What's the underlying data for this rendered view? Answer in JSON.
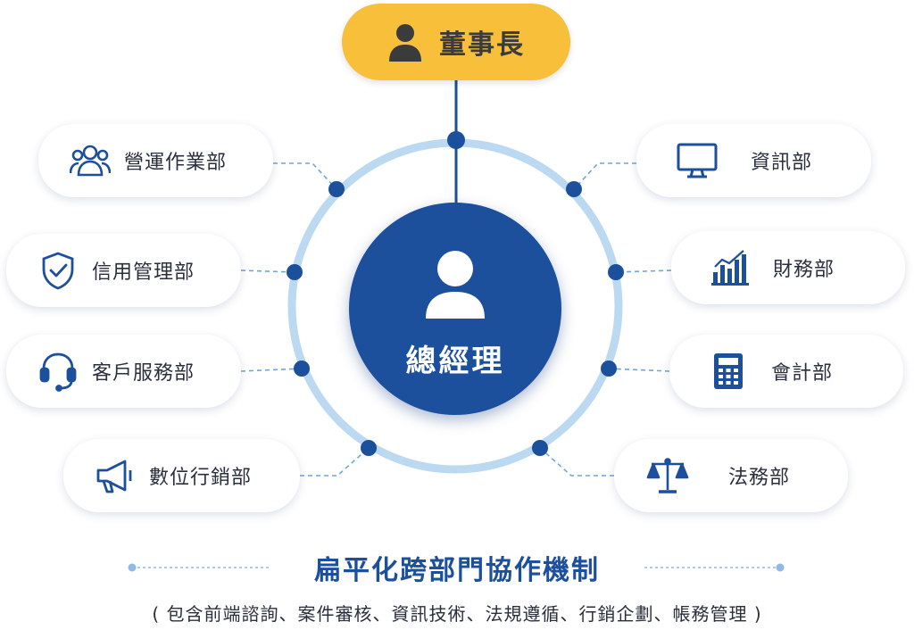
{
  "chairman": {
    "label": "董事長",
    "icon": "person-icon",
    "color": "#f8bf3a"
  },
  "general_manager": {
    "label": "總經理",
    "icon": "person-icon",
    "color": "#1c4f9c"
  },
  "departments_left": [
    {
      "label": "營運作業部",
      "icon": "team-icon"
    },
    {
      "label": "信用管理部",
      "icon": "shield-check-icon"
    },
    {
      "label": "客戶服務部",
      "icon": "headset-icon"
    },
    {
      "label": "數位行銷部",
      "icon": "megaphone-icon"
    }
  ],
  "departments_right": [
    {
      "label": "資訊部",
      "icon": "monitor-icon"
    },
    {
      "label": "財務部",
      "icon": "bar-chart-icon"
    },
    {
      "label": "會計部",
      "icon": "calculator-icon"
    },
    {
      "label": "法務部",
      "icon": "scales-icon"
    }
  ],
  "footer": {
    "title": "扁平化跨部門協作機制",
    "subtitle": "( 包含前端諮詢、案件審核、資訊技術、法規遵循、行銷企劃、帳務管理 )"
  },
  "colors": {
    "primary": "#1c4f9c",
    "ring": "#bcd9f2",
    "accent": "#f8bf3a"
  }
}
